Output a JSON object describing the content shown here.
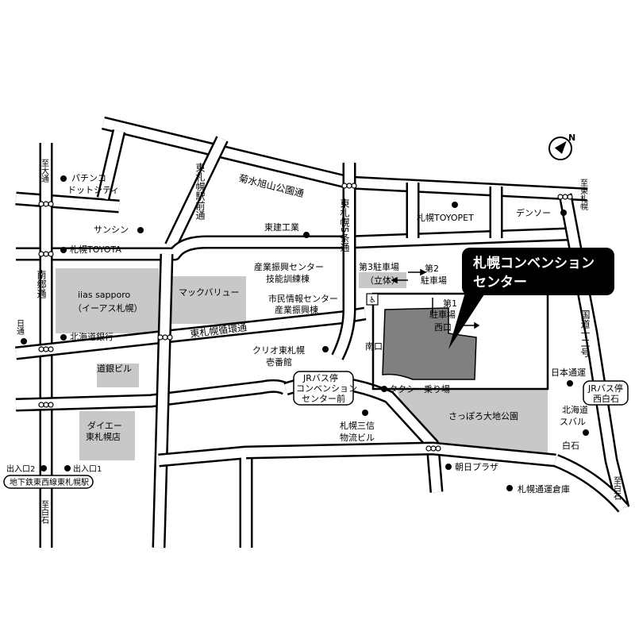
{
  "map": {
    "callout": {
      "line1": "札幌コンベンション",
      "line2": "センター"
    },
    "roads": {
      "kikusui": "菊水旭山公園通",
      "higashi_sapporo_ekimae": "東札幌駅前通",
      "higashi_sapporo_5jo": "東札幌5条通",
      "junkan": "東札幌循環通",
      "nango": "南郷通",
      "kokudo12": "国道十二号",
      "hi": "日通",
      "shitaka_odori": "至大通",
      "shi_shiroishi": "至白石",
      "shi_higashi_sapporo": "至東札幌"
    },
    "places": {
      "pachinko": "パチンコ",
      "dotcity": "ドットシティ",
      "sanshin": "サンシン",
      "toyota": "札幌TOYOTA",
      "ias": "iias sapporo",
      "ias_sub": "（イーアス札幌）",
      "hokkaido_bank": "北海道銀行",
      "dogin": "道銀ビル",
      "daiei": "ダイエー",
      "daiei_sub": "東札幌店",
      "maxvalu": "マックバリュー",
      "tokken": "東建工業",
      "toyopet": "札幌TOYOPET",
      "denso": "デンソー",
      "sangyo1": "産業振興センター",
      "sangyo2": "技能訓練棟",
      "shimin1": "市民情報センター",
      "shimin2": "産業振興棟",
      "clio1": "クリオ東札幌",
      "clio2": "壱番館",
      "busstop1": "JRバス停",
      "busstop2": "コンベンション",
      "busstop3": "センター前",
      "taxi": "タクシー乗り場",
      "mitsunobu1": "札幌三信",
      "mitsunobu2": "物流ビル",
      "park": "さっぽろ大地公園",
      "asahi": "朝日プラザ",
      "nittsu": "日本通運",
      "subaru1": "北海道",
      "subaru2": "スバル",
      "subaru3": "白石",
      "busstop_nishi1": "JRバス停",
      "busstop_nishi2": "西白石",
      "warehouse": "札幌通運倉庫",
      "parking3": "第3駐車場",
      "parking3_sub": "（立体）",
      "parking2a": "第2",
      "parking2b": "駐車場",
      "parking1a": "第1",
      "parking1b": "駐車場",
      "west": "西口",
      "south": "南口",
      "exit2": "出入口2",
      "exit1": "出入口1",
      "subway": "地下鉄東西線東札幌駅"
    },
    "compass": "N"
  }
}
